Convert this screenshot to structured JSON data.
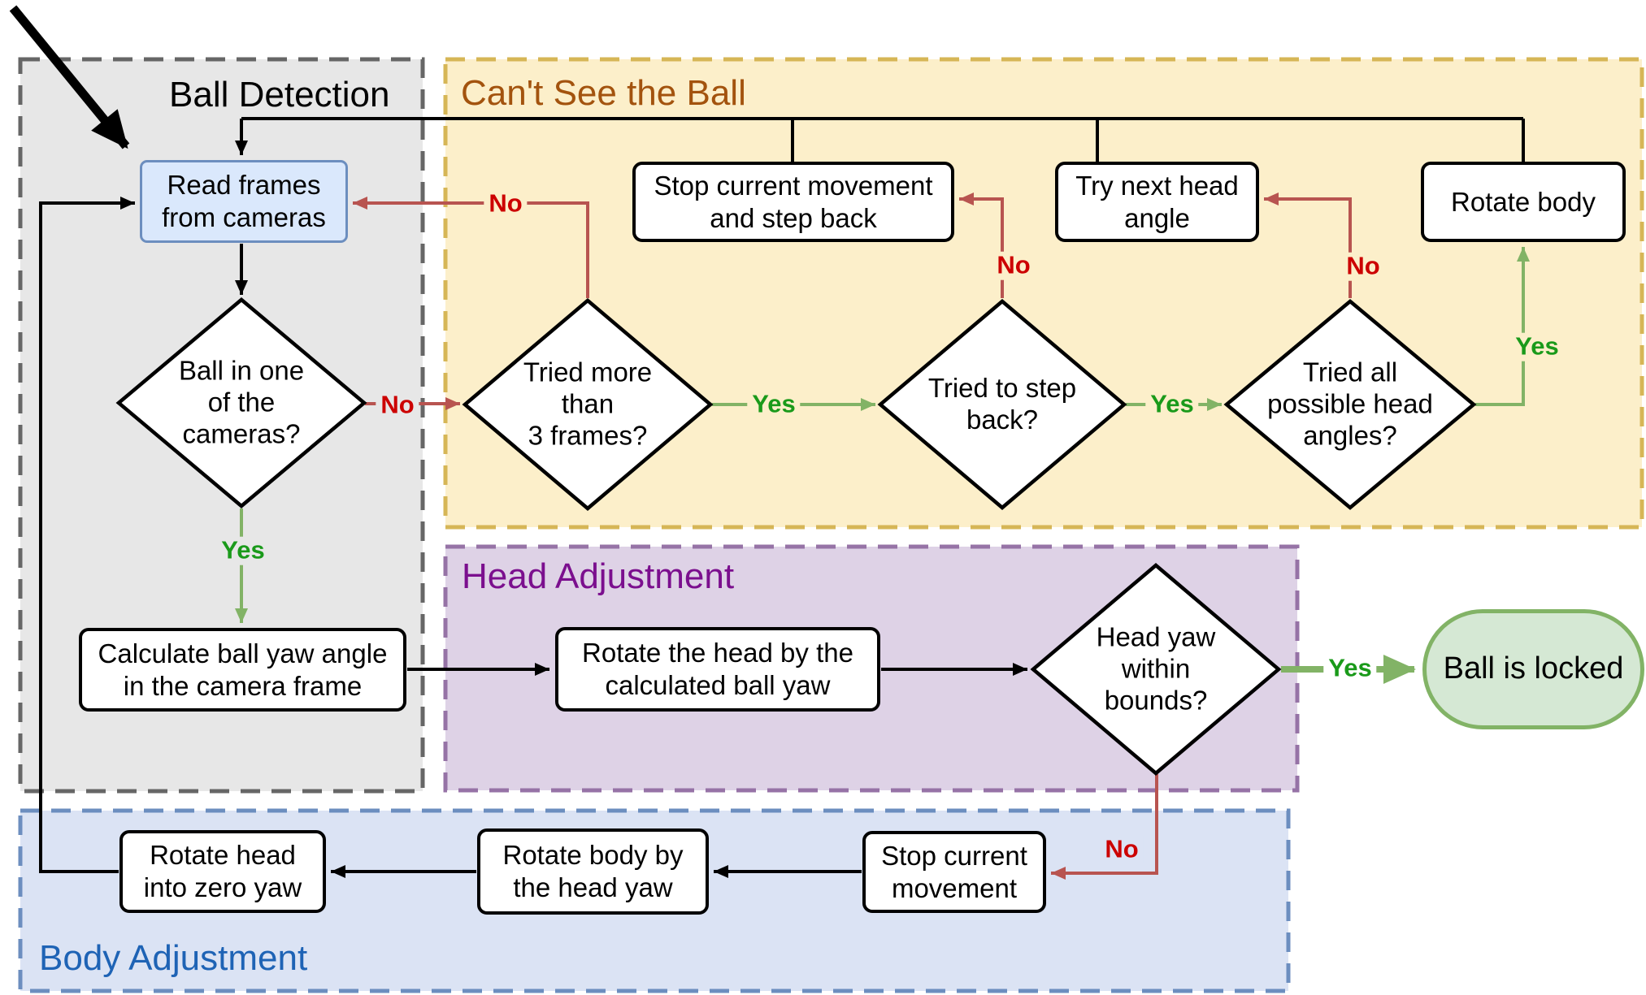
{
  "diagram": {
    "regions": {
      "ball_detection": {
        "title": "Ball Detection",
        "title_color": "#000000",
        "fill": "#e7e7e7",
        "border": "#666666"
      },
      "cant_see_the_ball": {
        "title": "Can't See the Ball",
        "title_color": "#a3530e",
        "fill": "#fcefca",
        "border": "#d6b656"
      },
      "head_adjustment": {
        "title": "Head Adjustment",
        "title_color": "#7b0f8e",
        "fill": "#ded2e6",
        "border": "#9673a6"
      },
      "body_adjustment": {
        "title": "Body Adjustment",
        "title_color": "#1e63b5",
        "fill": "#dbe3f4",
        "border": "#6c8ebf"
      }
    },
    "nodes": {
      "read_frames": {
        "label": "Read frames\nfrom cameras",
        "type": "process"
      },
      "ball_in_cameras": {
        "label": "Ball in one\nof the\ncameras?",
        "type": "decision"
      },
      "calc_yaw": {
        "label": "Calculate ball yaw angle\nin the camera frame",
        "type": "process"
      },
      "tried_3_frames": {
        "label": "Tried more\nthan\n3 frames?",
        "type": "decision"
      },
      "stop_step_back": {
        "label": "Stop current movement\nand step back",
        "type": "process"
      },
      "tried_step_back": {
        "label": "Tried to step\nback?",
        "type": "decision"
      },
      "try_next_head": {
        "label": "Try next head\nangle",
        "type": "process"
      },
      "tried_all_angles": {
        "label": "Tried all\npossible head\nangles?",
        "type": "decision"
      },
      "rotate_body": {
        "label": "Rotate body",
        "type": "process"
      },
      "rotate_head_by": {
        "label": "Rotate the head by the\ncalculated ball yaw",
        "type": "process"
      },
      "head_yaw_bounds": {
        "label": "Head yaw\nwithin\nbounds?",
        "type": "decision"
      },
      "ball_locked": {
        "label": "Ball is locked",
        "type": "terminal"
      },
      "stop_current": {
        "label": "Stop current\nmovement",
        "type": "process"
      },
      "rotate_body_by": {
        "label": "Rotate body by\nthe head yaw",
        "type": "process"
      },
      "rotate_head_zero": {
        "label": "Rotate head\ninto zero yaw",
        "type": "process"
      }
    },
    "labels": {
      "yes": "Yes",
      "no": "No"
    },
    "label_colors": {
      "yes": "#1a9a1a",
      "no": "#cc0000"
    },
    "edge_colors": {
      "black": "#000000",
      "red": "#b85450",
      "green": "#82b366"
    },
    "node_styles": {
      "default_fill": "#ffffff",
      "default_border": "#000000",
      "read_frames_fill": "#dae8fc",
      "read_frames_border": "#6c8ebf",
      "ball_locked_fill": "#d5e8d4",
      "ball_locked_border": "#82b366"
    },
    "flow": [
      {
        "from": "start",
        "to": "read_frames",
        "label": ""
      },
      {
        "from": "read_frames",
        "to": "ball_in_cameras",
        "label": ""
      },
      {
        "from": "ball_in_cameras",
        "to": "tried_3_frames",
        "label": "No"
      },
      {
        "from": "ball_in_cameras",
        "to": "calc_yaw",
        "label": "Yes"
      },
      {
        "from": "tried_3_frames",
        "to": "read_frames",
        "label": "No"
      },
      {
        "from": "tried_3_frames",
        "to": "tried_step_back",
        "label": "Yes"
      },
      {
        "from": "tried_step_back",
        "to": "stop_step_back",
        "label": "No"
      },
      {
        "from": "tried_step_back",
        "to": "tried_all_angles",
        "label": "Yes"
      },
      {
        "from": "tried_all_angles",
        "to": "try_next_head",
        "label": "No"
      },
      {
        "from": "tried_all_angles",
        "to": "rotate_body",
        "label": "Yes"
      },
      {
        "from": "stop_step_back",
        "to": "read_frames",
        "label": ""
      },
      {
        "from": "try_next_head",
        "to": "read_frames",
        "label": ""
      },
      {
        "from": "rotate_body",
        "to": "read_frames",
        "label": ""
      },
      {
        "from": "calc_yaw",
        "to": "rotate_head_by",
        "label": ""
      },
      {
        "from": "rotate_head_by",
        "to": "head_yaw_bounds",
        "label": ""
      },
      {
        "from": "head_yaw_bounds",
        "to": "ball_locked",
        "label": "Yes"
      },
      {
        "from": "head_yaw_bounds",
        "to": "stop_current",
        "label": "No"
      },
      {
        "from": "stop_current",
        "to": "rotate_body_by",
        "label": ""
      },
      {
        "from": "rotate_body_by",
        "to": "rotate_head_zero",
        "label": ""
      },
      {
        "from": "rotate_head_zero",
        "to": "read_frames",
        "label": ""
      }
    ]
  }
}
